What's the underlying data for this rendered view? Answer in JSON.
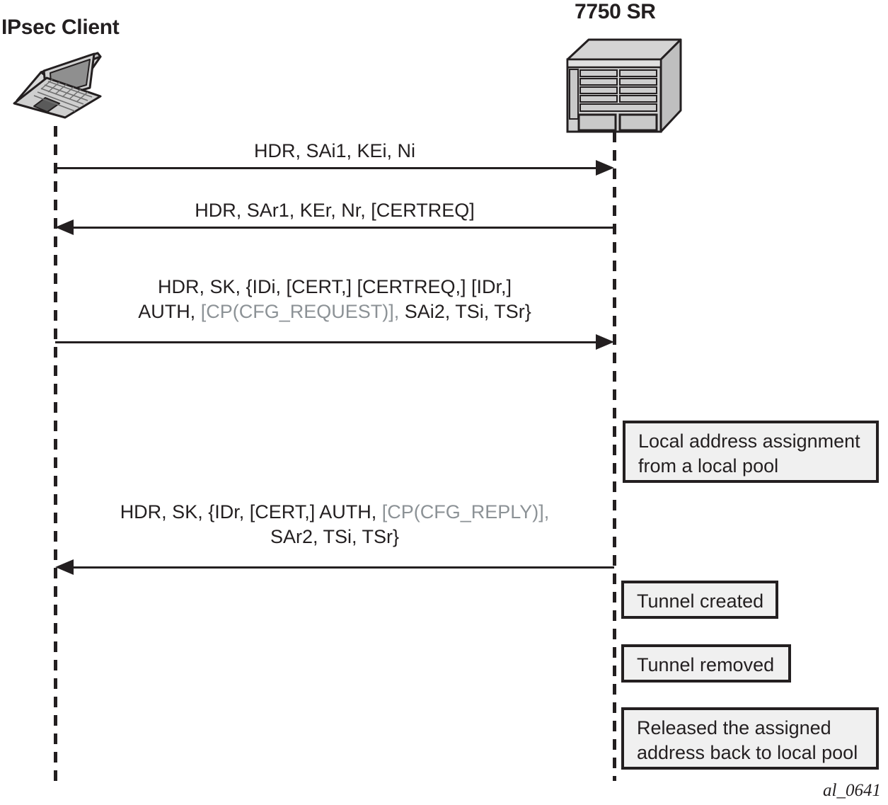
{
  "diagram": {
    "caption": "al_0641",
    "colors": {
      "ink": "#231f20",
      "muted_text": "#8c9296",
      "note_fill": "#f0f0f0",
      "background": "#ffffff"
    }
  },
  "endpoints": {
    "client": {
      "title": "IPsec Client",
      "icon": "laptop-icon"
    },
    "router": {
      "title": "7750 SR",
      "icon": "router-chassis-icon"
    }
  },
  "messages": [
    {
      "id": "ike-sa-init-request",
      "direction": "client-to-router",
      "lines": [
        [
          {
            "text": "HDR, SAi1, KEi, Ni",
            "muted": false
          }
        ]
      ]
    },
    {
      "id": "ike-sa-init-response",
      "direction": "router-to-client",
      "lines": [
        [
          {
            "text": "HDR, SAr1, KEr, Nr, [CERTREQ]",
            "muted": false
          }
        ]
      ]
    },
    {
      "id": "ike-auth-request",
      "direction": "client-to-router",
      "lines": [
        [
          {
            "text": "HDR, SK, {IDi, [CERT,] [CERTREQ,] [IDr,]",
            "muted": false
          }
        ],
        [
          {
            "text": "AUTH, ",
            "muted": false
          },
          {
            "text": "[CP(CFG_REQUEST)],",
            "muted": true
          },
          {
            "text": " SAi2, TSi, TSr}",
            "muted": false
          }
        ]
      ]
    },
    {
      "id": "ike-auth-response",
      "direction": "router-to-client",
      "lines": [
        [
          {
            "text": "HDR, SK, {IDr, [CERT,] AUTH, ",
            "muted": false
          },
          {
            "text": "[CP(CFG_REPLY)],",
            "muted": true
          }
        ],
        [
          {
            "text": "SAr2, TSi, TSr}",
            "muted": false
          }
        ]
      ]
    }
  ],
  "notes": [
    {
      "id": "local-address-assignment",
      "lines": [
        "Local address assignment",
        "from a local pool"
      ]
    },
    {
      "id": "tunnel-created",
      "lines": [
        "Tunnel created"
      ]
    },
    {
      "id": "tunnel-removed",
      "lines": [
        "Tunnel removed"
      ]
    },
    {
      "id": "address-released",
      "lines": [
        "Released the assigned",
        "address back to local pool"
      ]
    }
  ]
}
